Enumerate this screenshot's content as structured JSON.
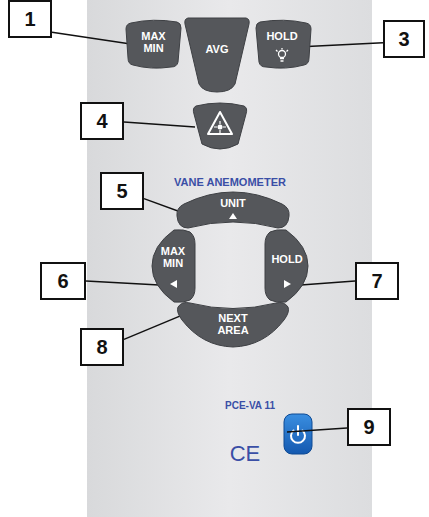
{
  "diagram": {
    "nodes": [
      {
        "text": [
          "1"
        ]
      },
      {
        "text": [
          "MAX MIN"
        ]
      },
      {
        "text": [
          "AVG"
        ]
      },
      {
        "text": [
          "HOLD"
        ]
      },
      {
        "text": [
          "3"
        ]
      },
      {
        "text": [
          "4"
        ]
      },
      {
        "text": [
          "5"
        ]
      },
      {
        "text": [
          "UNIT"
        ]
      },
      {
        "text": [
          "6"
        ]
      },
      {
        "text": [
          "MAX MIN"
        ]
      },
      {
        "text": [
          "HOLD"
        ]
      },
      {
        "text": [
          "7"
        ]
      },
      {
        "text": [
          "8"
        ]
      },
      {
        "text": [
          "NEXT AREA"
        ]
      },
      {
        "text": [
          "9"
        ]
      }
    ],
    "edges": [
      {
        "from": 0,
        "to": 1,
        "arrow": "none"
      },
      {
        "from": 4,
        "to": 3,
        "arrow": "none"
      },
      {
        "from": 6,
        "to": 7,
        "arrow": "none"
      },
      {
        "from": 8,
        "to": 9,
        "arrow": "none"
      },
      {
        "from": 11,
        "to": 10,
        "arrow": "none"
      },
      {
        "from": 12,
        "to": 13,
        "arrow": "none"
      }
    ],
    "labels": [
      "VANE ANEMOMETER",
      "PCE-VA 11",
      "CE"
    ]
  }
}
